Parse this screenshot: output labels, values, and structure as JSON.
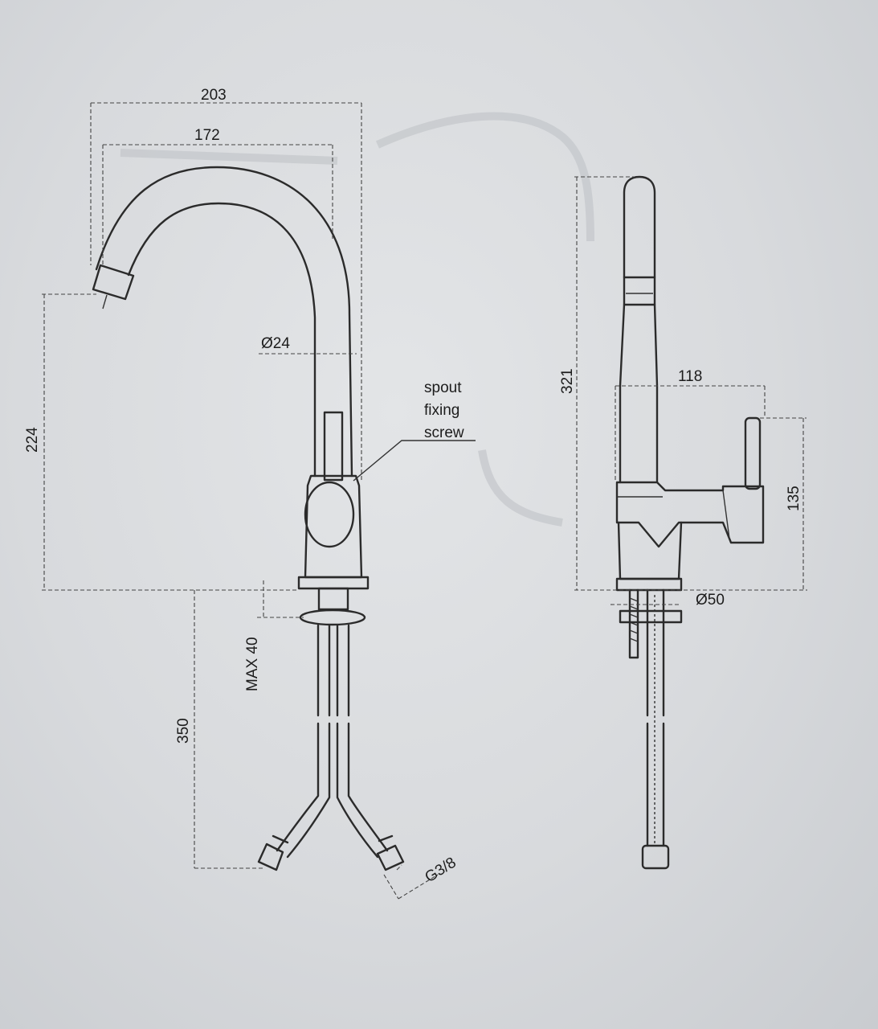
{
  "diagram": {
    "front_view": {
      "dim_overall_width": "203",
      "dim_spout_reach": "172",
      "dim_spout_diameter": "Ø24",
      "dim_spout_height": "224",
      "dim_max_thickness": "MAX 40",
      "dim_hose_length": "350",
      "dim_connection": "G3/8",
      "callout_line1": "spout",
      "callout_line2": "fixing",
      "callout_line3": "screw"
    },
    "side_view": {
      "dim_total_height": "321",
      "dim_lever_reach": "118",
      "dim_lever_height": "135",
      "dim_base_diameter": "Ø50"
    }
  }
}
